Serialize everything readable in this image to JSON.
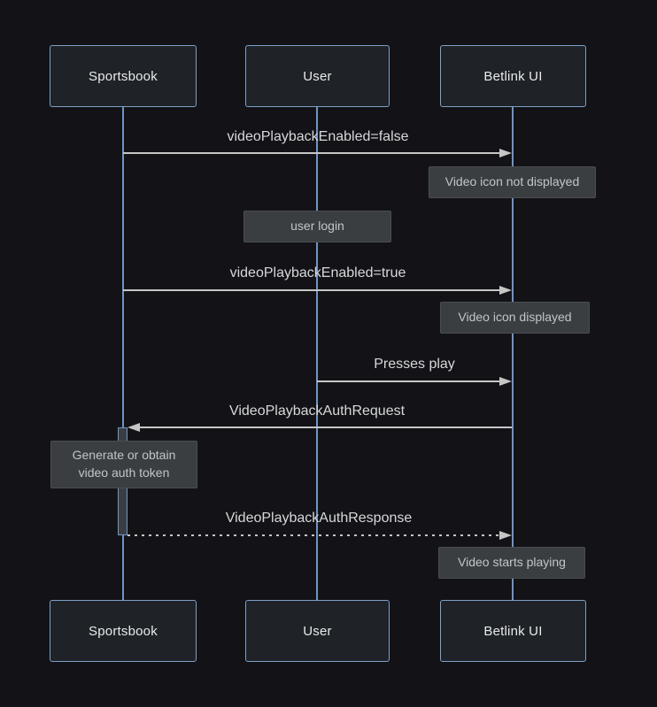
{
  "diagram": {
    "type": "sequence",
    "actors": [
      {
        "id": "sportsbook",
        "label": "Sportsbook"
      },
      {
        "id": "user",
        "label": "User"
      },
      {
        "id": "betlink-ui",
        "label": "Betlink UI"
      }
    ],
    "messages": [
      {
        "label": "videoPlaybackEnabled=false",
        "from": "Sportsbook",
        "to": "Betlink UI",
        "line": "solid"
      },
      {
        "label": "videoPlaybackEnabled=true",
        "from": "Sportsbook",
        "to": "Betlink UI",
        "line": "solid"
      },
      {
        "label": "Presses play",
        "from": "User",
        "to": "Betlink UI",
        "line": "solid"
      },
      {
        "label": "VideoPlaybackAuthRequest",
        "from": "Betlink UI",
        "to": "Sportsbook",
        "line": "solid"
      },
      {
        "label": "VideoPlaybackAuthResponse",
        "from": "Sportsbook",
        "to": "Betlink UI",
        "line": "dashed"
      }
    ],
    "notes": [
      {
        "text": "Video icon not displayed",
        "over": "Betlink UI"
      },
      {
        "text": "user login",
        "over": "User"
      },
      {
        "text": "Video icon displayed",
        "over": "Betlink UI"
      },
      {
        "text": "Generate or obtain video auth token",
        "over": "Sportsbook"
      },
      {
        "text": "Video starts playing",
        "over": "Betlink UI"
      }
    ],
    "colors": {
      "background": "#131317",
      "actor_fill": "#1f2226",
      "actor_border": "#7e9fca",
      "actor_text": "#e8eaec",
      "lifeline": "#6f94c5",
      "signal": "#c6c6c6",
      "signal_text": "#d6d8d9",
      "note_fill": "#3b3e40",
      "note_border": "#4b4e50",
      "note_text": "#c2c5c7",
      "activation_fill": "#3b3e40"
    }
  }
}
